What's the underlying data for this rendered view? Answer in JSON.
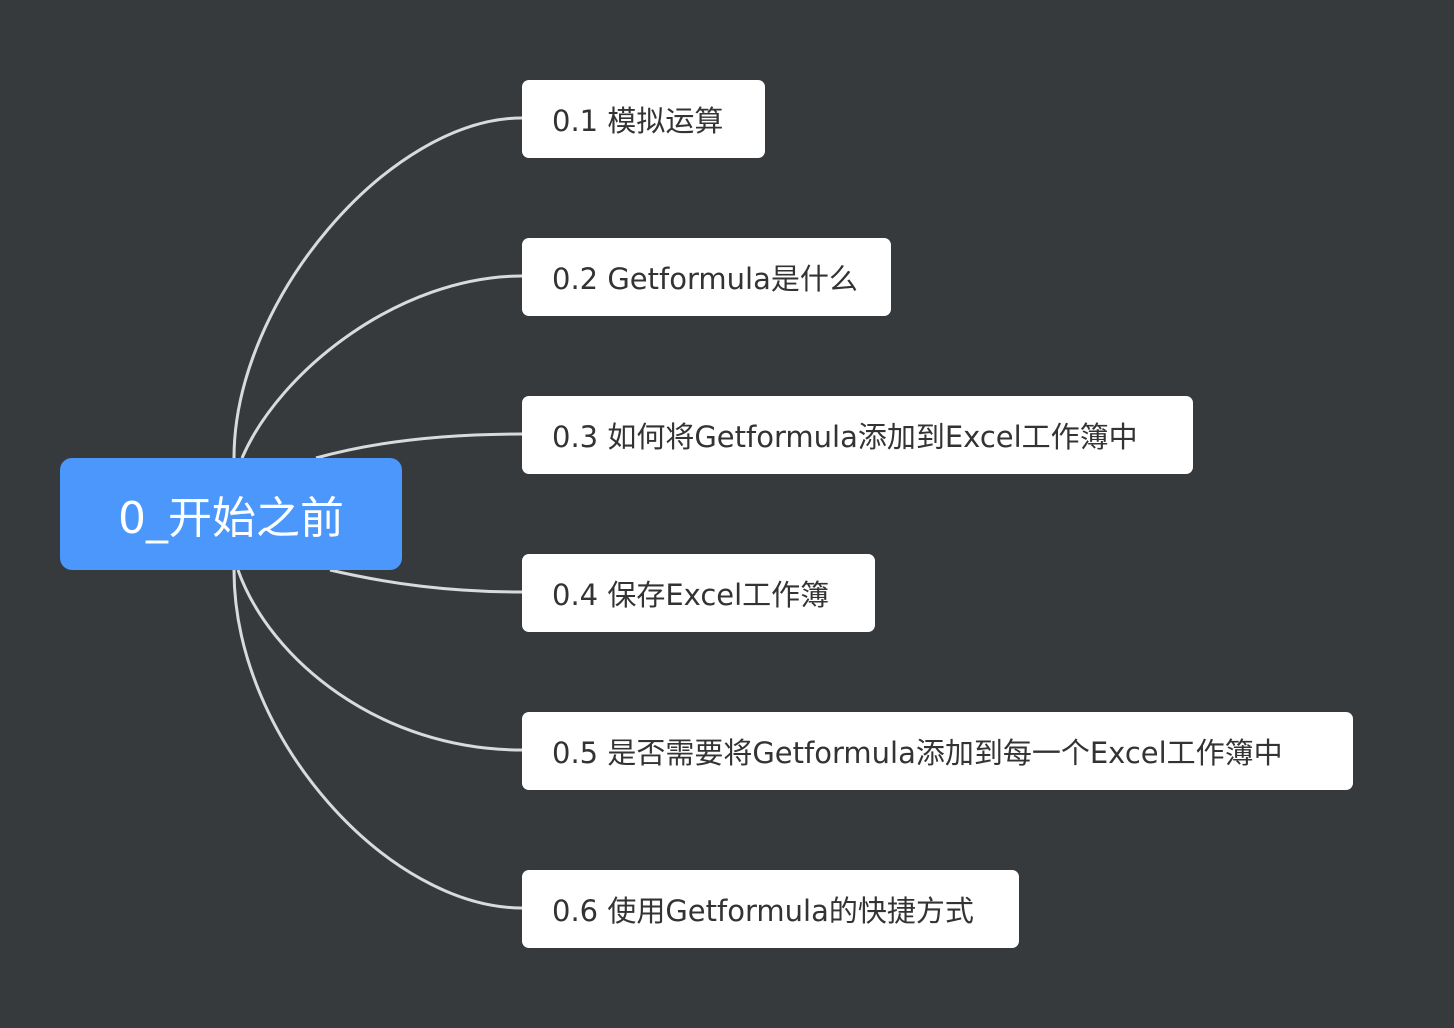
{
  "mindmap": {
    "root": {
      "label": "0_开始之前"
    },
    "branches": [
      {
        "label": "0.1  模拟运算"
      },
      {
        "label": "0.2  Getformula是什么"
      },
      {
        "label": "0.3  如何将Getformula添加到Excel工作簿中"
      },
      {
        "label": "0.4  保存Excel工作簿"
      },
      {
        "label": "0.5  是否需要将Getformula添加到每一个Excel工作簿中"
      },
      {
        "label": "0.6 使用Getformula的快捷方式"
      }
    ]
  },
  "colors": {
    "background": "#373a3d",
    "root_fill": "#4b97fb",
    "branch_fill": "#ffffff",
    "connector": "#d8dadb"
  }
}
